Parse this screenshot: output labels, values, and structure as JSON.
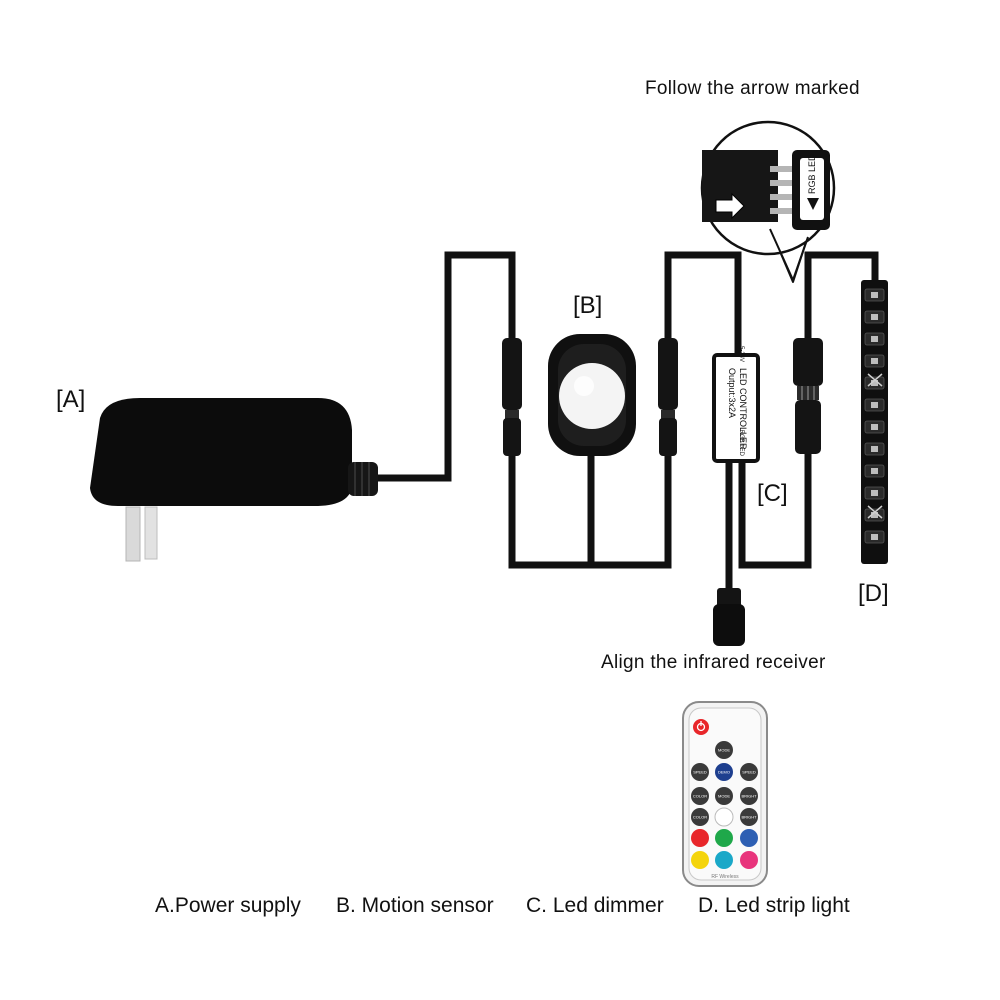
{
  "notes": {
    "arrow": "Follow the arrow marked",
    "receiver": "Align the infrared receiver"
  },
  "tags": {
    "a": "[A]",
    "b": "[B]",
    "c": "[C]",
    "d": "[D]"
  },
  "connector_label": "RGB LED",
  "controller": {
    "line1": "LED CONTROLLER",
    "line2": "Output:3x2A",
    "voltage": "5-24V",
    "output_label": "RGB LED"
  },
  "remote": {
    "buttons": {
      "mode_top": "MODE",
      "speed_left": "SPEED",
      "demo": "DEMO",
      "speed_right": "SPEED",
      "color_left": "COLOR",
      "mode_mid": "MODE",
      "bright_right": "BRIGHT",
      "color_lower": "COLOR",
      "bright_lower": "BRIGHT"
    },
    "brand": "RF Wireless"
  },
  "legend": {
    "a": "A.Power supply",
    "b": "B. Motion sensor",
    "c": "C.  Led dimmer",
    "d": "D. Led strip light"
  },
  "colors": {
    "wire": "#111111",
    "remote_red": "#e8262a",
    "remote_green": "#1fa84a",
    "remote_blue": "#2d5fb3",
    "remote_yellow": "#f4d40c",
    "remote_pink": "#e8347c",
    "remote_cyan": "#1aa8c8",
    "remote_blue_dark": "#1e3f8f"
  }
}
